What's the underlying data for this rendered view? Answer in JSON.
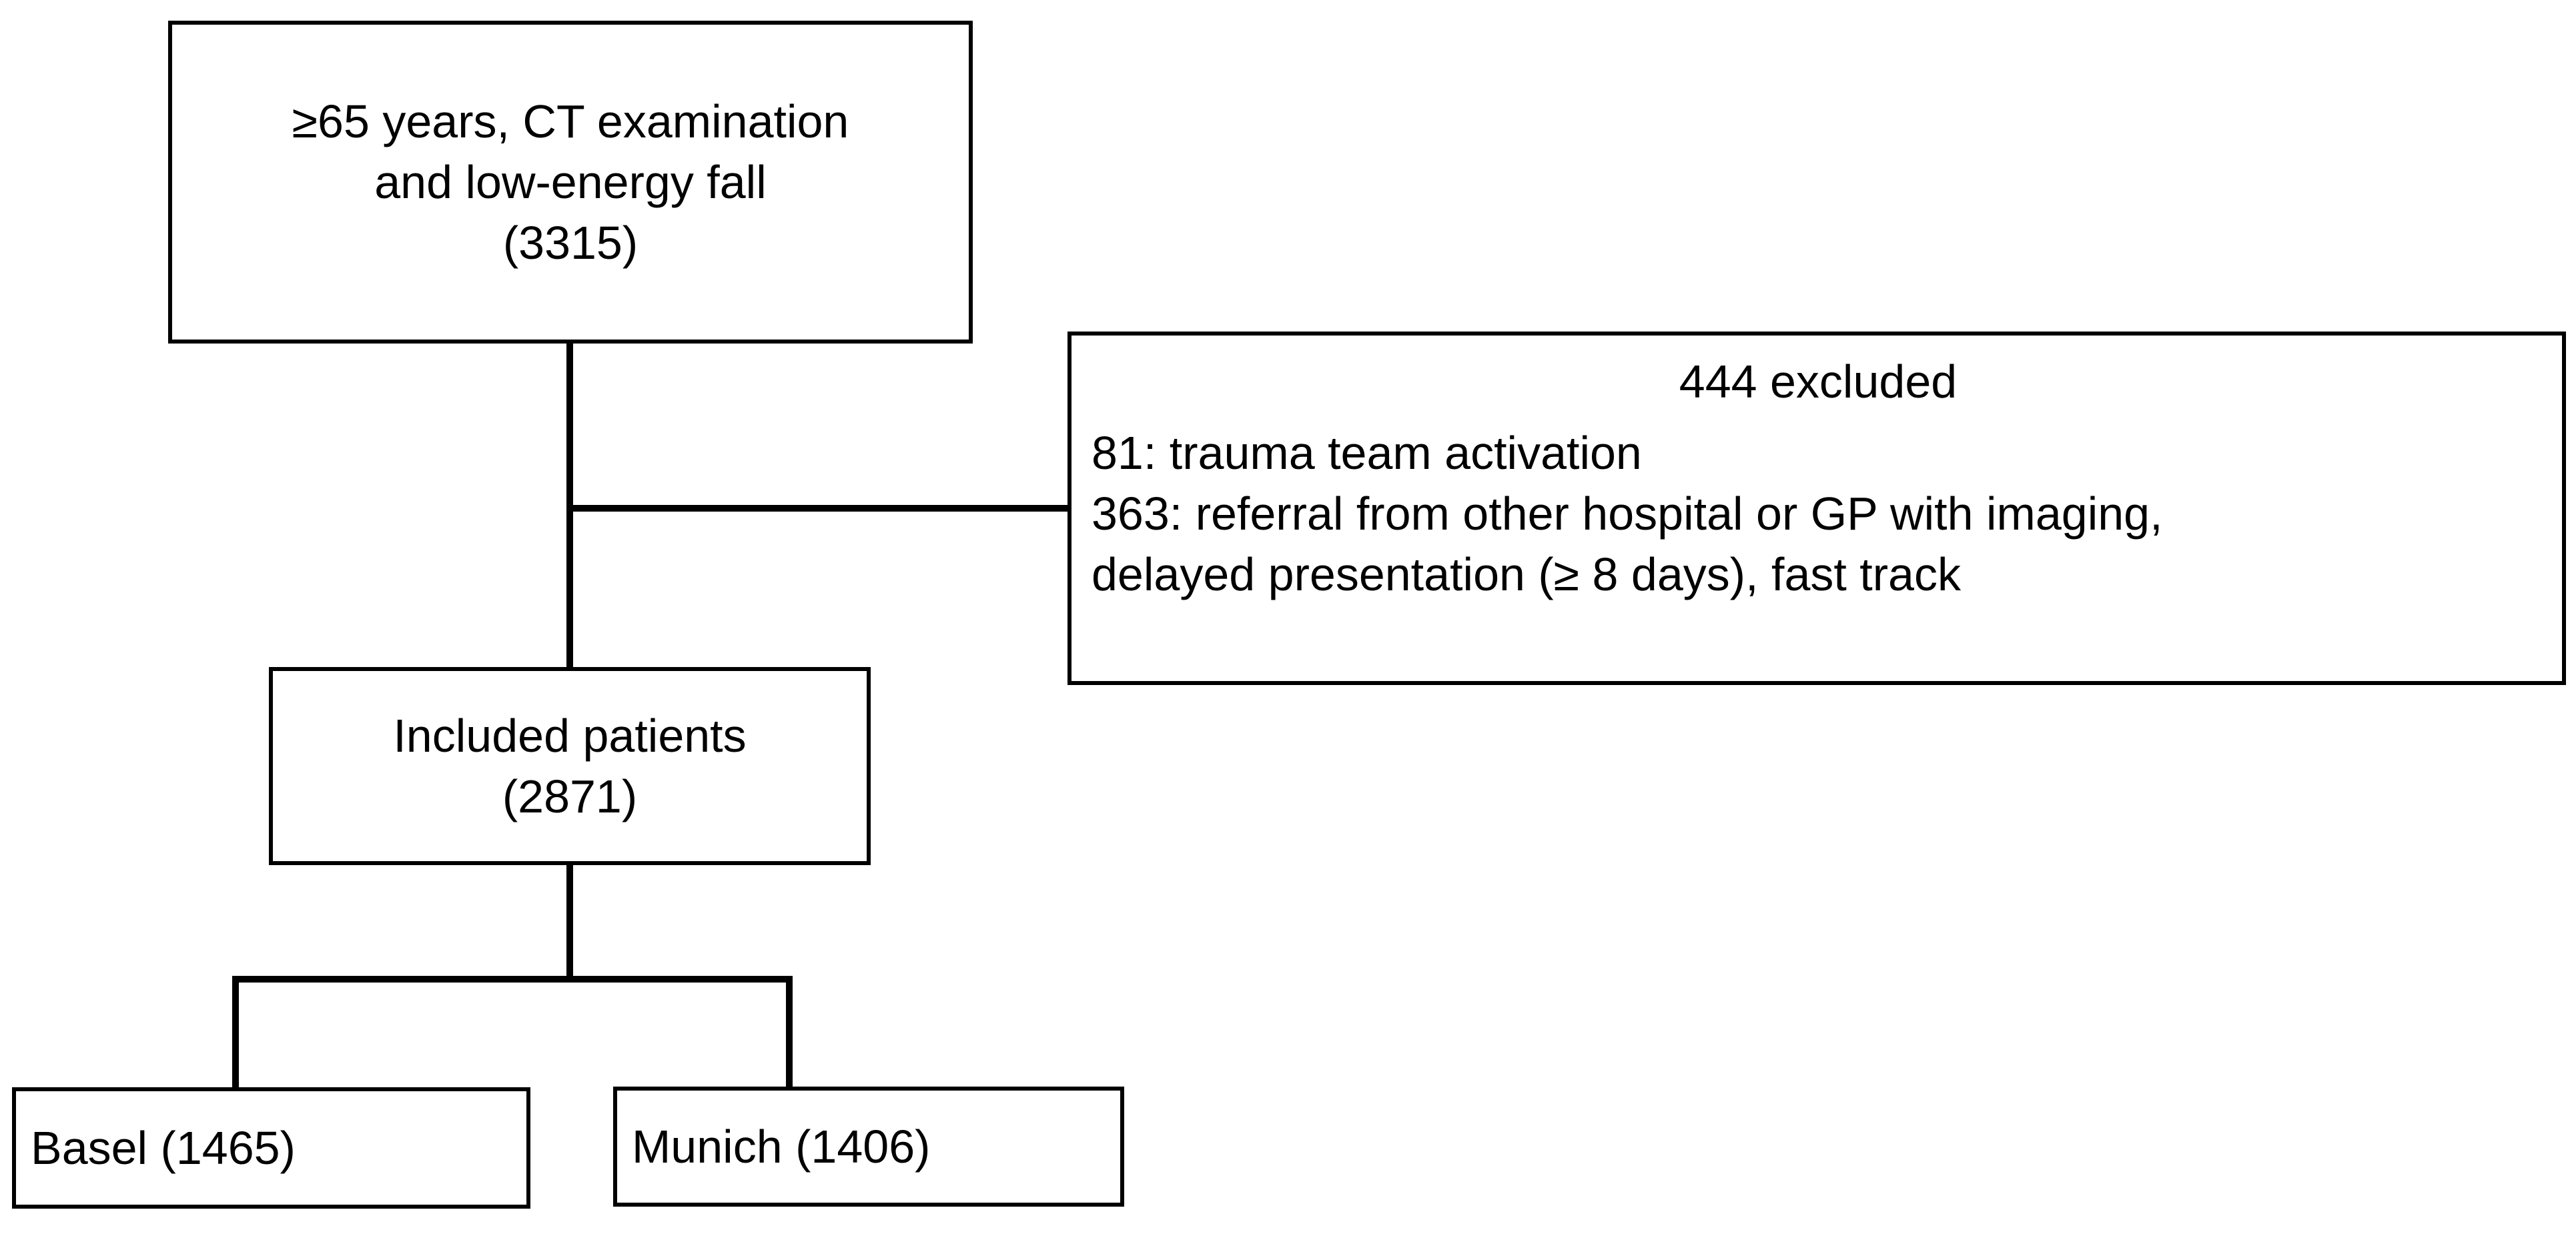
{
  "colors": {
    "background": "#ffffff",
    "box_border": "#000000",
    "text": "#000000",
    "connector": "#000000"
  },
  "flowchart": {
    "type": "patient-selection-flow-diagram",
    "nodes": {
      "eligibility": {
        "name": "eligibility-criteria-box",
        "lines": [
          "≥65 years, CT examination",
          "and low-energy fall",
          "(3315)"
        ],
        "count": 3315
      },
      "excluded": {
        "name": "excluded-patients-box",
        "heading": "444 excluded",
        "count": 444,
        "reasons": [
          "81: trauma team activation",
          "363: referral from other hospital or GP with imaging,",
          "delayed presentation (≥ 8 days), fast track"
        ]
      },
      "included": {
        "name": "included-patients-box",
        "lines": [
          "Included patients",
          "(2871)"
        ],
        "count": 2871
      },
      "basel": {
        "name": "basel-site-box",
        "label": "Basel (1465)",
        "count": 1465
      },
      "munich": {
        "name": "munich-site-box",
        "label": "Munich (1406)",
        "count": 1406
      }
    },
    "connectors": [
      {
        "name": "main-vertical",
        "from": "eligibility",
        "to": "included"
      },
      {
        "name": "excluded-branch",
        "from": "main-vertical",
        "to": "excluded"
      },
      {
        "name": "split-stem",
        "from": "included",
        "to": "split-bar"
      },
      {
        "name": "drop-basel",
        "from": "split-bar",
        "to": "basel"
      },
      {
        "name": "drop-munich",
        "from": "split-bar",
        "to": "munich"
      }
    ]
  }
}
